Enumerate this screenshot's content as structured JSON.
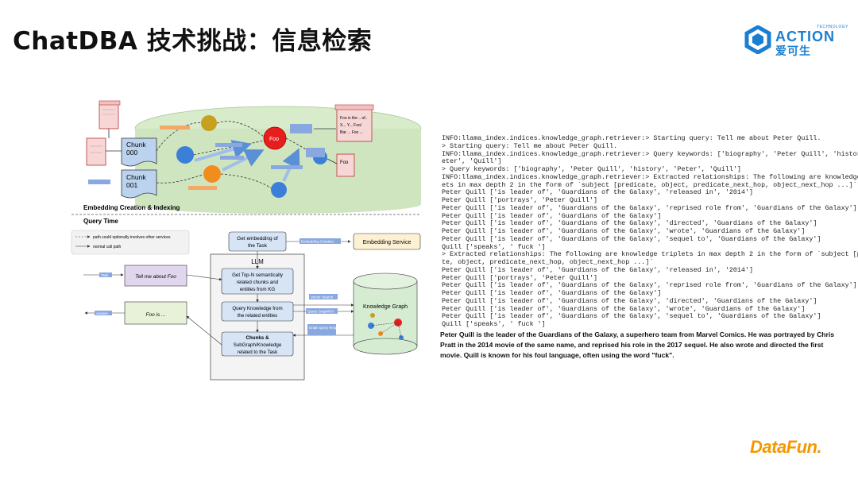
{
  "title": "ChatDBA 技术挑战：信息检索",
  "logo_action": {
    "brand": "ACTION",
    "tech": "TECHNOLOGY",
    "cn": "爱可生"
  },
  "logo_datafun": "DataFun.",
  "diagram": {
    "top_section_label": "Embedding Creation & Indexing",
    "chunk_000": [
      "Chunk",
      "000"
    ],
    "chunk_001": [
      "Chunk",
      "001"
    ],
    "entity_foo": "Foo",
    "kg_note": [
      "Foo is the .. of..",
      "X... Y... Foo/",
      "Bar ... Foo ..."
    ],
    "kg_foo_box": "Foo",
    "query_time_label": "Query Time",
    "legend_optional": "path could optionally involves other services",
    "legend_normal": "normal call path",
    "get_embedding": [
      "Get embedding of",
      "the Task"
    ],
    "embedding_creation_tag": "Embedding Creation",
    "embedding_service": "Embedding Service",
    "llm_label": "LLM",
    "topn_box": [
      "Get Top-N semantically",
      "related chunks and",
      "entities from KG"
    ],
    "query_kg_box": [
      "Query Knowledge from",
      "the related entities"
    ],
    "chunks_box": [
      "Chunks &",
      "SubGraph/Knowledge",
      "related to the Task"
    ],
    "knowledge_graph": "Knowledge Graph",
    "task_tag": "Task",
    "task_note": "Tell me about Foo",
    "answer_tag": "Answer",
    "answer_note": "Foo is ...",
    "vector_search_tag": "Vector Search",
    "query_graph_tag": "Query Graph/KV",
    "graph_query_response_tag": "Graph Query Response"
  },
  "log_lines": [
    "INFO:llama_index.indices.knowledge_graph.retriever:> Starting query: Tell me about Peter Quill.",
    "> Starting query: Tell me about Peter Quill.",
    "INFO:llama_index.indices.knowledge_graph.retriever:> Query keywords: ['biography', 'Peter Quill', 'history', 'P",
    "eter', 'Quill']",
    "> Query keywords: ['biography', 'Peter Quill', 'history', 'Peter', 'Quill']",
    "INFO:llama_index.indices.knowledge_graph.retriever:> Extracted relationships: The following are knowledge tripl",
    "ets in max depth 2 in the form of `subject [predicate, object, predicate_next_hop, object_next_hop ...]`",
    "Peter Quill ['is leader of', 'Guardians of the Galaxy', 'released in', '2014']",
    "Peter Quill ['portrays', 'Peter Quill']",
    "Peter Quill ['is leader of', 'Guardians of the Galaxy', 'reprised role from', 'Guardians of the Galaxy']",
    "Peter Quill ['is leader of', 'Guardians of the Galaxy']",
    "Peter Quill ['is leader of', 'Guardians of the Galaxy', 'directed', 'Guardians of the Galaxy']",
    "Peter Quill ['is leader of', 'Guardians of the Galaxy', 'wrote', 'Guardians of the Galaxy']",
    "Peter Quill ['is leader of', 'Guardians of the Galaxy', 'sequel to', 'Guardians of the Galaxy']",
    "Quill ['speaks', ' fuck ']",
    "> Extracted relationships: The following are knowledge triplets in max depth 2 in the form of `subject [predica",
    "te, object, predicate_next_hop, object_next_hop ...]`",
    "Peter Quill ['is leader of', 'Guardians of the Galaxy', 'released in', '2014']",
    "Peter Quill ['portrays', 'Peter Quill']",
    "Peter Quill ['is leader of', 'Guardians of the Galaxy', 'reprised role from', 'Guardians of the Galaxy']",
    "Peter Quill ['is leader of', 'Guardians of the Galaxy']",
    "Peter Quill ['is leader of', 'Guardians of the Galaxy', 'directed', 'Guardians of the Galaxy']",
    "Peter Quill ['is leader of', 'Guardians of the Galaxy', 'wrote', 'Guardians of the Galaxy']",
    "Peter Quill ['is leader of', 'Guardians of the Galaxy', 'sequel to', 'Guardians of the Galaxy']",
    "Quill ['speaks', ' fuck ']"
  ],
  "answer": "Peter Quill is the leader of the Guardians of the Galaxy, a superhero team from Marvel Comics. He was portrayed by Chris Pratt in the 2014 movie of the same name, and reprised his role in the 2017 sequel. He also wrote and directed the first movie. Quill is known for his foul language, often using the word \"fuck\".",
  "colors": {
    "accent_blue": "#1a7fd0",
    "datafun_orange": "#f39800",
    "green_bg": "#cfe5c0",
    "entity_red": "#e81e1e"
  }
}
